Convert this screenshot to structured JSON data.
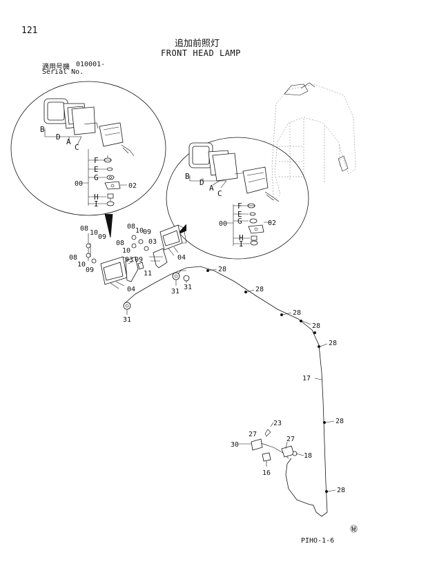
{
  "header": {
    "page_number": "121",
    "title_jp": "追加前照灯",
    "title_en": "FRONT HEAD LAMP",
    "serial_label_jp": "適用号機",
    "serial_value": "010001-",
    "serial_label_en": "Serial No."
  },
  "callouts_detail": [
    "B",
    "D",
    "A",
    "C",
    "F",
    "E",
    "G",
    "00",
    "02",
    "H",
    "I"
  ],
  "part_numbers": [
    "08",
    "10",
    "09",
    "03",
    "11",
    "04",
    "28",
    "31",
    "17",
    "23",
    "27",
    "30",
    "16",
    "18"
  ],
  "footer": {
    "code": "PIHO-1-6",
    "mark": "㊙"
  }
}
